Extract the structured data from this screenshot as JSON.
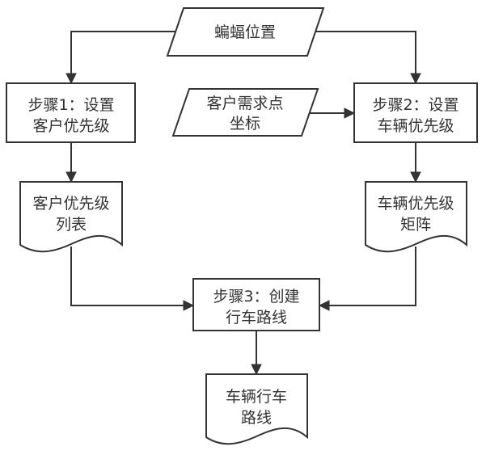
{
  "diagram": {
    "type": "flowchart",
    "nodes": {
      "bat_position": {
        "shape": "parallelogram",
        "lines": [
          "蝙蝠位置"
        ]
      },
      "customer_coords": {
        "shape": "parallelogram",
        "lines": [
          "客户需求点",
          "坐标"
        ]
      },
      "step1": {
        "shape": "process",
        "lines": [
          "步骤1：设置",
          "客户优先级"
        ]
      },
      "step2": {
        "shape": "process",
        "lines": [
          "步骤2：设置",
          "车辆优先级"
        ]
      },
      "customer_priority_list": {
        "shape": "document",
        "lines": [
          "客户优先级",
          "列表"
        ]
      },
      "vehicle_priority_matrix": {
        "shape": "document",
        "lines": [
          "车辆优先级",
          "矩阵"
        ]
      },
      "step3": {
        "shape": "process",
        "lines": [
          "步骤3：创建",
          "行车路线"
        ]
      },
      "vehicle_route": {
        "shape": "document",
        "lines": [
          "车辆行车",
          "路线"
        ]
      }
    },
    "edges": [
      {
        "from": "bat_position",
        "to": "step1"
      },
      {
        "from": "bat_position",
        "to": "step2"
      },
      {
        "from": "customer_coords",
        "to": "step2"
      },
      {
        "from": "step1",
        "to": "customer_priority_list"
      },
      {
        "from": "step2",
        "to": "vehicle_priority_matrix"
      },
      {
        "from": "customer_priority_list",
        "to": "step3"
      },
      {
        "from": "vehicle_priority_matrix",
        "to": "step3"
      },
      {
        "from": "step3",
        "to": "vehicle_route"
      }
    ]
  }
}
